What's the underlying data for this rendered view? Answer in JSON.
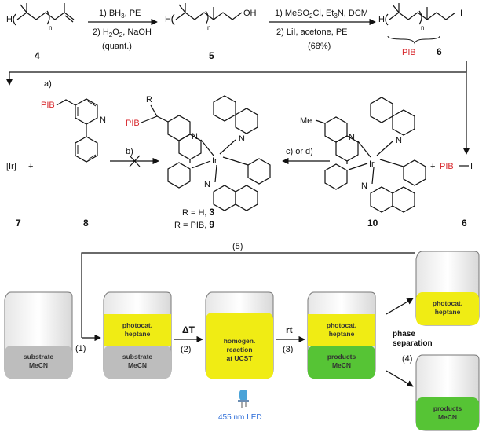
{
  "top_row": {
    "cmpd4": "4",
    "cmpd5": "5",
    "cmpd6": "6",
    "step1": {
      "line1": "1) BH",
      "line1_sub": "3",
      "line1_after": ", PE",
      "line2": "2) H",
      "line2_sub": "2",
      "line2_mid": "O",
      "line2_sub2": "2",
      "line2_after": ", NaOH",
      "line3": "(quant.)"
    },
    "step2": {
      "line1": "1) MeSO",
      "line1_sub": "2",
      "line1_after": "Cl, Et",
      "line1_sub2": "3",
      "line1_after2": "N, DCM",
      "line2": "2) LiI, acetone, PE",
      "line3": "(68%)"
    },
    "h_label": "H",
    "n_label": "n",
    "oh_label": "OH",
    "i_label": "I",
    "pib_label": "PIB"
  },
  "middle_row": {
    "step_a": "a)",
    "step_b": "b)",
    "step_cd": "c) or d)",
    "ir_left": "[Ir]",
    "plus": "+",
    "cmpd7": "7",
    "cmpd8": "8",
    "cmpd10": "10",
    "cmpd6": "6",
    "r_label": "R",
    "pib_label": "PIB",
    "n_atom": "N",
    "ir_atom": "Ir",
    "me_label": "Me",
    "pib_i": "PIB",
    "i_atom": "I",
    "r_h_prefix": "R = H,",
    "r_h_num": "3",
    "r_pib_prefix": "R = PIB,",
    "r_pib_num": "9"
  },
  "bottom_row": {
    "recycle_label": "(5)",
    "beaker1_bottom": [
      "substrate",
      "MeCN"
    ],
    "beaker2_top": [
      "photocat.",
      "heptane"
    ],
    "beaker2_bottom": [
      "substrate",
      "MeCN"
    ],
    "beaker3_mid": [
      "homogen.",
      "reaction",
      "at UCST"
    ],
    "beaker4_top": [
      "photocat.",
      "heptane"
    ],
    "beaker4_bottom": [
      "products",
      "MeCN"
    ],
    "beaker5_top": [
      "photocat.",
      "heptane"
    ],
    "beaker6_bottom": [
      "products",
      "MeCN"
    ],
    "step1": "(1)",
    "delta_t": "ΔT",
    "step2": "(2)",
    "rt": "rt",
    "step3": "(3)",
    "phase_sep": [
      "phase",
      "separation"
    ],
    "step4": "(4)",
    "led": "455 nm LED"
  },
  "colors": {
    "pib_red": "#d8262b",
    "yellow_phase": "#f0ec14",
    "green_phase": "#56c435",
    "gray_phase": "#bdbdbd",
    "led_blue": "#2a6bd8"
  }
}
